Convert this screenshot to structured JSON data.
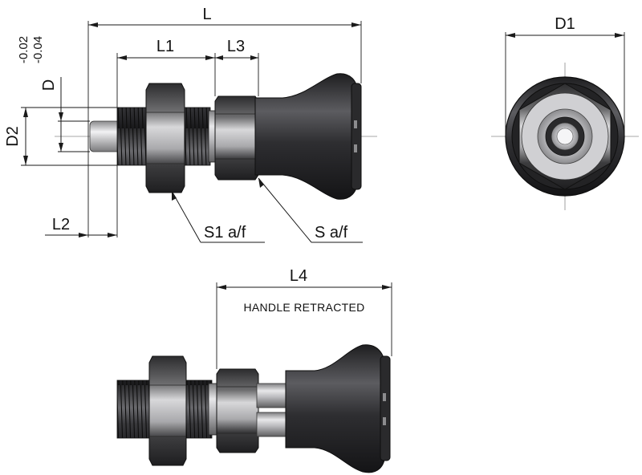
{
  "drawing": {
    "labels": {
      "L": "L",
      "L1": "L1",
      "L2": "L2",
      "L3": "L3",
      "L4": "L4",
      "D": "D",
      "D1": "D1",
      "D2": "D2",
      "tol_upper": "-0.02",
      "tol_lower": "-0.04",
      "S1": "S1 a/f",
      "S": "S a/f",
      "handle_note": "HANDLE RETRACTED"
    }
  }
}
